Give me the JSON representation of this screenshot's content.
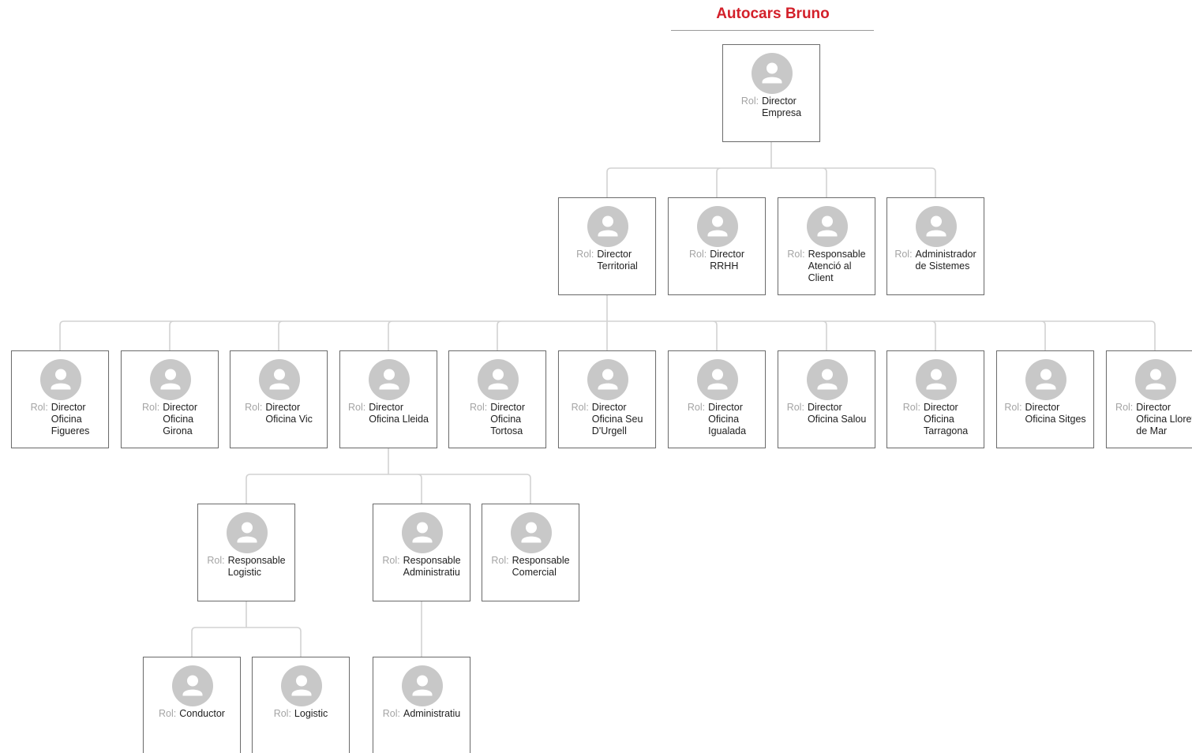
{
  "title": "Autocars Bruno",
  "role_prefix": "Rol:",
  "icon": "user-avatar-icon",
  "colors": {
    "title": "#d3202a",
    "avatar": "#c8c8c8",
    "connector": "#d2d2d2",
    "box_border": "#6e6e6e"
  },
  "nodes": {
    "director_empresa": {
      "role": "Director\nEmpresa"
    },
    "director_territorial": {
      "role": "Director\nTerritorial"
    },
    "director_rrhh": {
      "role": "Director\nRRHH"
    },
    "responsable_atencio": {
      "role": "Responsable\nAtenció al\nClient"
    },
    "administrador_sistemes": {
      "role": "Administrador\nde Sistemes"
    },
    "oficina_figueres": {
      "role": "Director\nOficina\nFigueres"
    },
    "oficina_girona": {
      "role": "Director\nOficina\nGirona"
    },
    "oficina_vic": {
      "role": "Director\nOficina Vic"
    },
    "oficina_lleida": {
      "role": "Director\nOficina Lleida"
    },
    "oficina_tortosa": {
      "role": "Director\nOficina\nTortosa"
    },
    "oficina_seu_urgell": {
      "role": "Director\nOficina Seu\nD'Urgell"
    },
    "oficina_igualada": {
      "role": "Director\nOficina\nIgualada"
    },
    "oficina_salou": {
      "role": "Director\nOficina Salou"
    },
    "oficina_tarragona": {
      "role": "Director\nOficina\nTarragona"
    },
    "oficina_sitges": {
      "role": "Director\nOficina Sitges"
    },
    "oficina_lloret": {
      "role": "Director\nOficina Lloret\nde Mar"
    },
    "responsable_logistic": {
      "role": "Responsable\nLogistic"
    },
    "responsable_administratiu": {
      "role": "Responsable\nAdministratiu"
    },
    "responsable_comercial": {
      "role": "Responsable\nComercial"
    },
    "conductor": {
      "role": "Conductor"
    },
    "logistic": {
      "role": "Logistic"
    },
    "administratiu": {
      "role": "Administratiu"
    }
  }
}
